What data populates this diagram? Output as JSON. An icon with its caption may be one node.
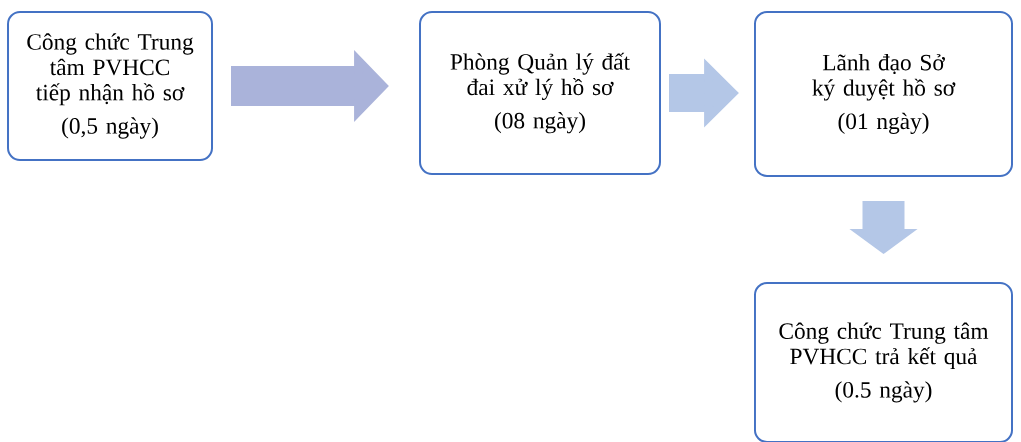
{
  "diagram": {
    "nodes": [
      {
        "text": [
          "Công chức Trung tâm PVHCC tiếp nhận hồ sơ",
          "(0,5 ngày)"
        ]
      },
      {
        "text": [
          "Phòng Quản lý đất đai xử lý hồ sơ",
          "(08 ngày)"
        ]
      },
      {
        "text": [
          "Lãnh đạo Sở ký duyệt hồ sơ",
          "(01 ngày)"
        ]
      },
      {
        "text": [
          "Công chức Trung tâm PVHCC trả kết quả",
          "(0.5 ngày)"
        ]
      }
    ],
    "edges": [
      {
        "from": 0,
        "to": 1,
        "arrow": "to",
        "color": "#aab3da"
      },
      {
        "from": 1,
        "to": 2,
        "arrow": "to"
      },
      {
        "from": 2,
        "to": 3,
        "arrow": "to"
      }
    ]
  }
}
